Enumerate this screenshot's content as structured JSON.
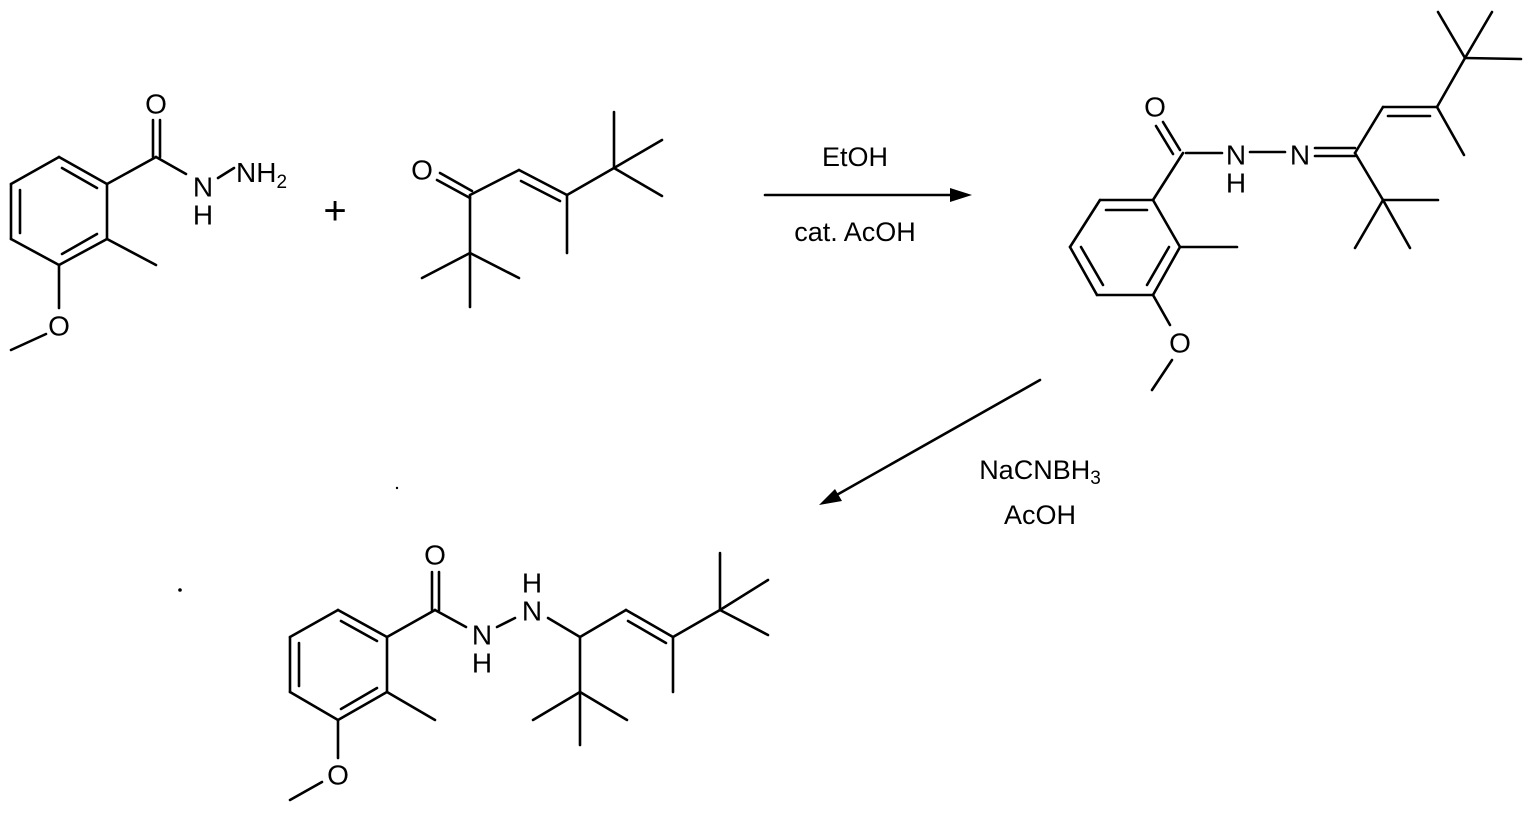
{
  "scheme": {
    "plus": "+",
    "step1": {
      "reagent_top": "EtOH",
      "reagent_bottom": "cat. AcOH"
    },
    "step2": {
      "reagent_top_main": "NaCNBH",
      "reagent_top_sub": "3",
      "reagent_bottom": "AcOH"
    },
    "atoms": {
      "O": "O",
      "N": "N",
      "H": "H",
      "NH": "NH",
      "sub2": "2"
    }
  }
}
